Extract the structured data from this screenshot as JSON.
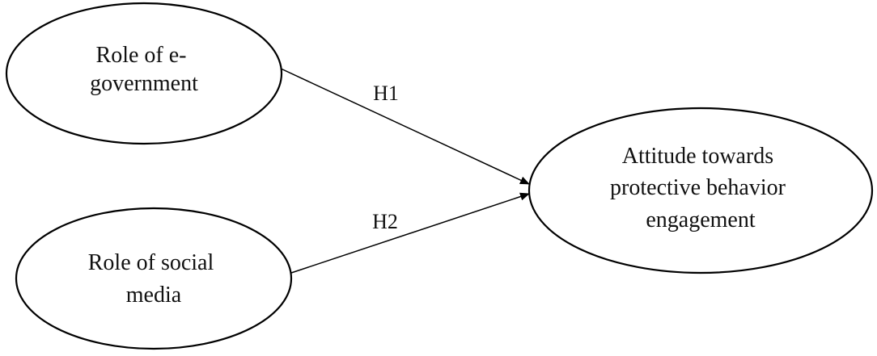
{
  "nodes": {
    "egov": {
      "lines": [
        "Role of e-",
        "government"
      ]
    },
    "social": {
      "lines": [
        "Role of social",
        "media"
      ]
    },
    "attitude": {
      "lines": [
        "Attitude towards",
        "protective behavior",
        "engagement"
      ]
    }
  },
  "edges": {
    "h1": {
      "from": "Role of e-government",
      "to": "Attitude towards protective behavior engagement",
      "label": "H1"
    },
    "h2": {
      "from": "Role of social media",
      "to": "Attitude towards protective behavior engagement",
      "label": "H2"
    }
  },
  "colors": {
    "stroke": "#000000",
    "text": "#111111",
    "background": "#ffffff"
  }
}
